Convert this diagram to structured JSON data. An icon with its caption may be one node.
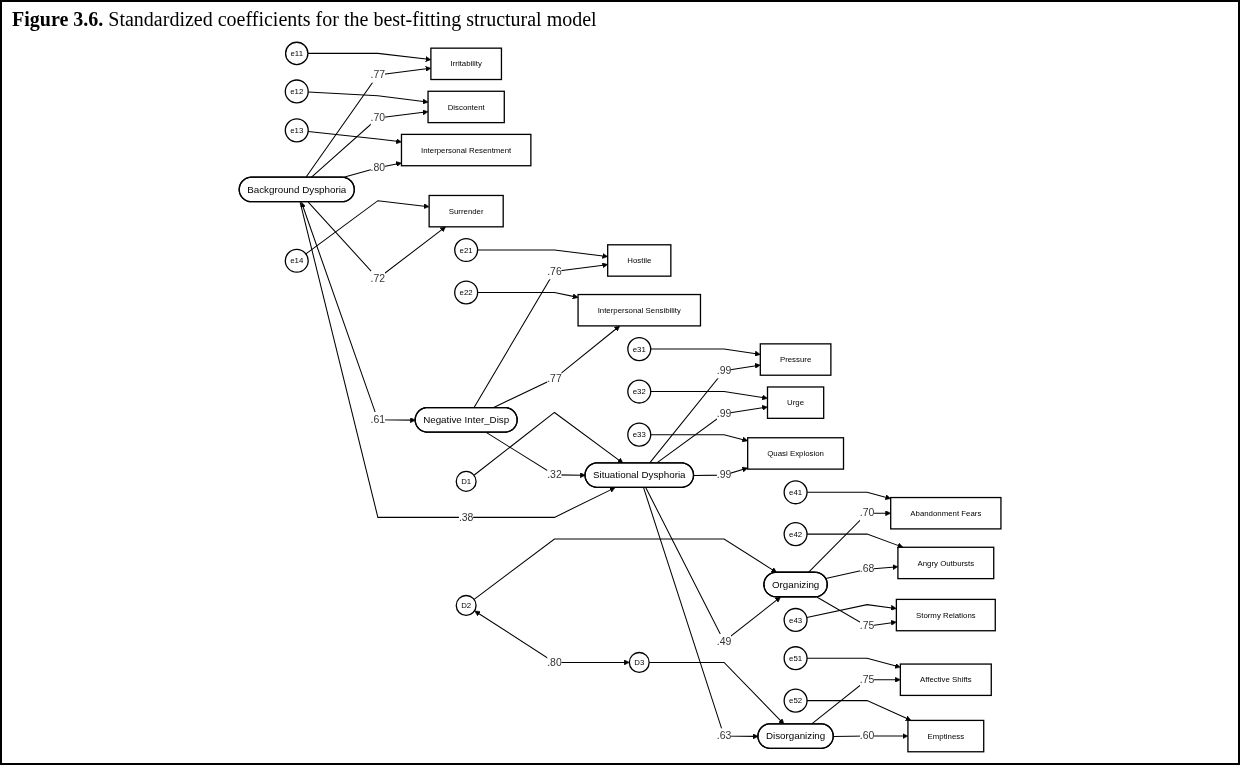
{
  "diagram": {
    "title": "**Figure 3.6.** Standardized coefficients for the best-fitting structural model",
    "nodes": [
      {
        "text": [
          "Background Dysphoria"
        ]
      },
      {
        "text": [
          "Irritability"
        ]
      },
      {
        "text": [
          "e11"
        ]
      },
      {
        "text": [
          "Discontent"
        ]
      },
      {
        "text": [
          "e12"
        ]
      },
      {
        "text": [
          "Interpersonal Resentment"
        ]
      },
      {
        "text": [
          "e13"
        ]
      },
      {
        "text": [
          "Surrender"
        ]
      },
      {
        "text": [
          "e14"
        ]
      },
      {
        "text": [
          "D1"
        ]
      },
      {
        "text": [
          "Situational Dysphoria"
        ]
      },
      {
        "text": [
          "Pressure"
        ]
      },
      {
        "text": [
          "e31"
        ]
      },
      {
        "text": [
          "Urge"
        ]
      },
      {
        "text": [
          "e32"
        ]
      },
      {
        "text": [
          "Quasi Explosion"
        ]
      },
      {
        "text": [
          "e33"
        ]
      },
      {
        "text": [
          "Negative Inter_Disp"
        ]
      },
      {
        "text": [
          "Hostile"
        ]
      },
      {
        "text": [
          "e21"
        ]
      },
      {
        "text": [
          "Interpersonal Sensibility"
        ]
      },
      {
        "text": [
          "e22"
        ]
      },
      {
        "text": [
          "D2"
        ]
      },
      {
        "text": [
          "Organizing"
        ]
      },
      {
        "text": [
          "Abandonment Fears"
        ]
      },
      {
        "text": [
          "e41"
        ]
      },
      {
        "text": [
          "Angry Outbursts"
        ]
      },
      {
        "text": [
          "e42"
        ]
      },
      {
        "text": [
          "Stormy Relations"
        ]
      },
      {
        "text": [
          "e43"
        ]
      },
      {
        "text": [
          "D3"
        ]
      },
      {
        "text": [
          "Disorganizing"
        ]
      },
      {
        "text": [
          "Affective Shifts"
        ]
      },
      {
        "text": [
          "e51"
        ]
      },
      {
        "text": [
          "Emptiness"
        ]
      },
      {
        "text": [
          "e52"
        ]
      }
    ],
    "edges": [
      {
        "from": 0,
        "to": 1,
        "arrow": "to",
        "label": ".77"
      },
      {
        "from": 0,
        "to": 3,
        "arrow": "to",
        "label": ".70"
      },
      {
        "from": 0,
        "to": 5,
        "arrow": "to",
        "label": ".80"
      },
      {
        "from": 0,
        "to": 7,
        "arrow": "to",
        "label": ".72"
      },
      {
        "from": 2,
        "to": 1,
        "arrow": "to"
      },
      {
        "from": 4,
        "to": 3,
        "arrow": "to"
      },
      {
        "from": 6,
        "to": 5,
        "arrow": "to"
      },
      {
        "from": 8,
        "to": 7,
        "arrow": "to"
      },
      {
        "from": 0,
        "to": 17,
        "arrow": "both",
        "label": ".61"
      },
      {
        "from": 0,
        "to": 10,
        "arrow": "to",
        "label": ".38"
      },
      {
        "from": 17,
        "to": 10,
        "arrow": "to",
        "label": ".32"
      },
      {
        "from": 9,
        "to": 10,
        "arrow": "to"
      },
      {
        "from": 10,
        "to": 11,
        "arrow": "to",
        "label": ".99"
      },
      {
        "from": 10,
        "to": 13,
        "arrow": "to",
        "label": ".99"
      },
      {
        "from": 10,
        "to": 15,
        "arrow": "to",
        "label": ".99"
      },
      {
        "from": 12,
        "to": 11,
        "arrow": "to"
      },
      {
        "from": 14,
        "to": 13,
        "arrow": "to"
      },
      {
        "from": 16,
        "to": 15,
        "arrow": "to"
      },
      {
        "from": 17,
        "to": 18,
        "arrow": "to",
        "label": ".76"
      },
      {
        "from": 17,
        "to": 20,
        "arrow": "to",
        "label": ".77"
      },
      {
        "from": 19,
        "to": 18,
        "arrow": "to"
      },
      {
        "from": 21,
        "to": 20,
        "arrow": "to"
      },
      {
        "from": 10,
        "to": 23,
        "arrow": "to",
        "label": ".49"
      },
      {
        "from": 22,
        "to": 23,
        "arrow": "to"
      },
      {
        "from": 23,
        "to": 24,
        "arrow": "to",
        "label": ".70"
      },
      {
        "from": 23,
        "to": 26,
        "arrow": "to",
        "label": ".68"
      },
      {
        "from": 23,
        "to": 28,
        "arrow": "to",
        "label": ".75"
      },
      {
        "from": 25,
        "to": 24,
        "arrow": "to"
      },
      {
        "from": 27,
        "to": 26,
        "arrow": "to"
      },
      {
        "from": 29,
        "to": 28,
        "arrow": "to"
      },
      {
        "from": 22,
        "to": 30,
        "arrow": "both",
        "label": ".80"
      },
      {
        "from": 10,
        "to": 31,
        "arrow": "to",
        "label": ".63"
      },
      {
        "from": 30,
        "to": 31,
        "arrow": "to"
      },
      {
        "from": 31,
        "to": 32,
        "arrow": "to",
        "label": ".75"
      },
      {
        "from": 31,
        "to": 34,
        "arrow": "to",
        "label": ".60"
      },
      {
        "from": 33,
        "to": 32,
        "arrow": "to"
      },
      {
        "from": 35,
        "to": 34,
        "arrow": "to"
      }
    ]
  }
}
